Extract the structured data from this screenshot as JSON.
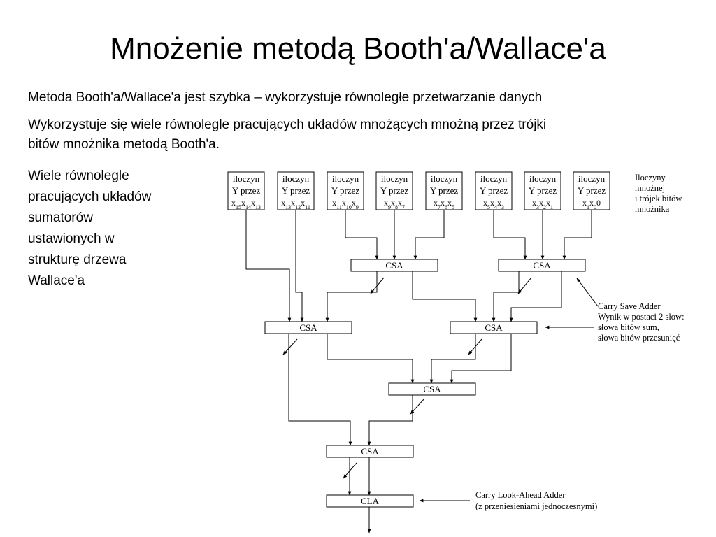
{
  "slide": {
    "title": "Mnożenie metodą Booth'a/Wallace'a",
    "paragraph1": "Metoda Booth'a/Wallace'a jest szybka – wykorzystuje równoległe przetwarzanie danych",
    "paragraph2_line1": "Wykorzystuje się wiele równolegle pracujących układów mnożących mnożną przez trójki",
    "paragraph2_line2": "bitów mnożnika metodą Booth'a.",
    "paragraph3_lines": [
      "Wiele równolegle",
      "pracujących układów",
      "sumatorów",
      "ustawionych w",
      "strukturę drzewa",
      "Wallace'a"
    ]
  },
  "diagram": {
    "product_boxes": [
      {
        "l1": "iloczyn",
        "l2": "Y przez",
        "bits": [
          [
            "x",
            "15"
          ],
          [
            "x",
            "14"
          ],
          [
            "x",
            "13"
          ]
        ]
      },
      {
        "l1": "iloczyn",
        "l2": "Y przez",
        "bits": [
          [
            "x",
            "13"
          ],
          [
            "x",
            "12"
          ],
          [
            "x",
            "11"
          ]
        ]
      },
      {
        "l1": "iloczyn",
        "l2": "Y przez",
        "bits": [
          [
            "x",
            "11"
          ],
          [
            "x",
            "10"
          ],
          [
            "x",
            "9"
          ]
        ]
      },
      {
        "l1": "iloczyn",
        "l2": "Y przez",
        "bits": [
          [
            "x",
            "9"
          ],
          [
            "x",
            "8"
          ],
          [
            "x",
            "7"
          ]
        ]
      },
      {
        "l1": "iloczyn",
        "l2": "Y przez",
        "bits": [
          [
            "x",
            "7"
          ],
          [
            "x",
            "6"
          ],
          [
            "x",
            "5"
          ]
        ]
      },
      {
        "l1": "iloczyn",
        "l2": "Y przez",
        "bits": [
          [
            "x",
            "5"
          ],
          [
            "x",
            "4"
          ],
          [
            "x",
            "3"
          ]
        ]
      },
      {
        "l1": "iloczyn",
        "l2": "Y przez",
        "bits": [
          [
            "x",
            "3"
          ],
          [
            "x",
            "2"
          ],
          [
            "x",
            "1"
          ]
        ]
      },
      {
        "l1": "iloczyn",
        "l2": "Y przez",
        "bits": [
          [
            "x",
            "1"
          ],
          [
            "x",
            "0"
          ],
          [
            "0",
            ""
          ]
        ]
      }
    ],
    "csa_label": "CSA",
    "cla_label": "CLA",
    "note_products": [
      "Iloczyny",
      "mnożnej",
      "i trójek bitów",
      "mnożnika"
    ],
    "note_csa": [
      "Carry Save Adder",
      "Wynik w postaci 2 słow:",
      "słowa bitów sum,",
      "słowa bitów przesunięć"
    ],
    "note_cla": [
      "Carry Look-Ahead Adder",
      "(z przeniesieniami jednoczesnymi)"
    ]
  }
}
